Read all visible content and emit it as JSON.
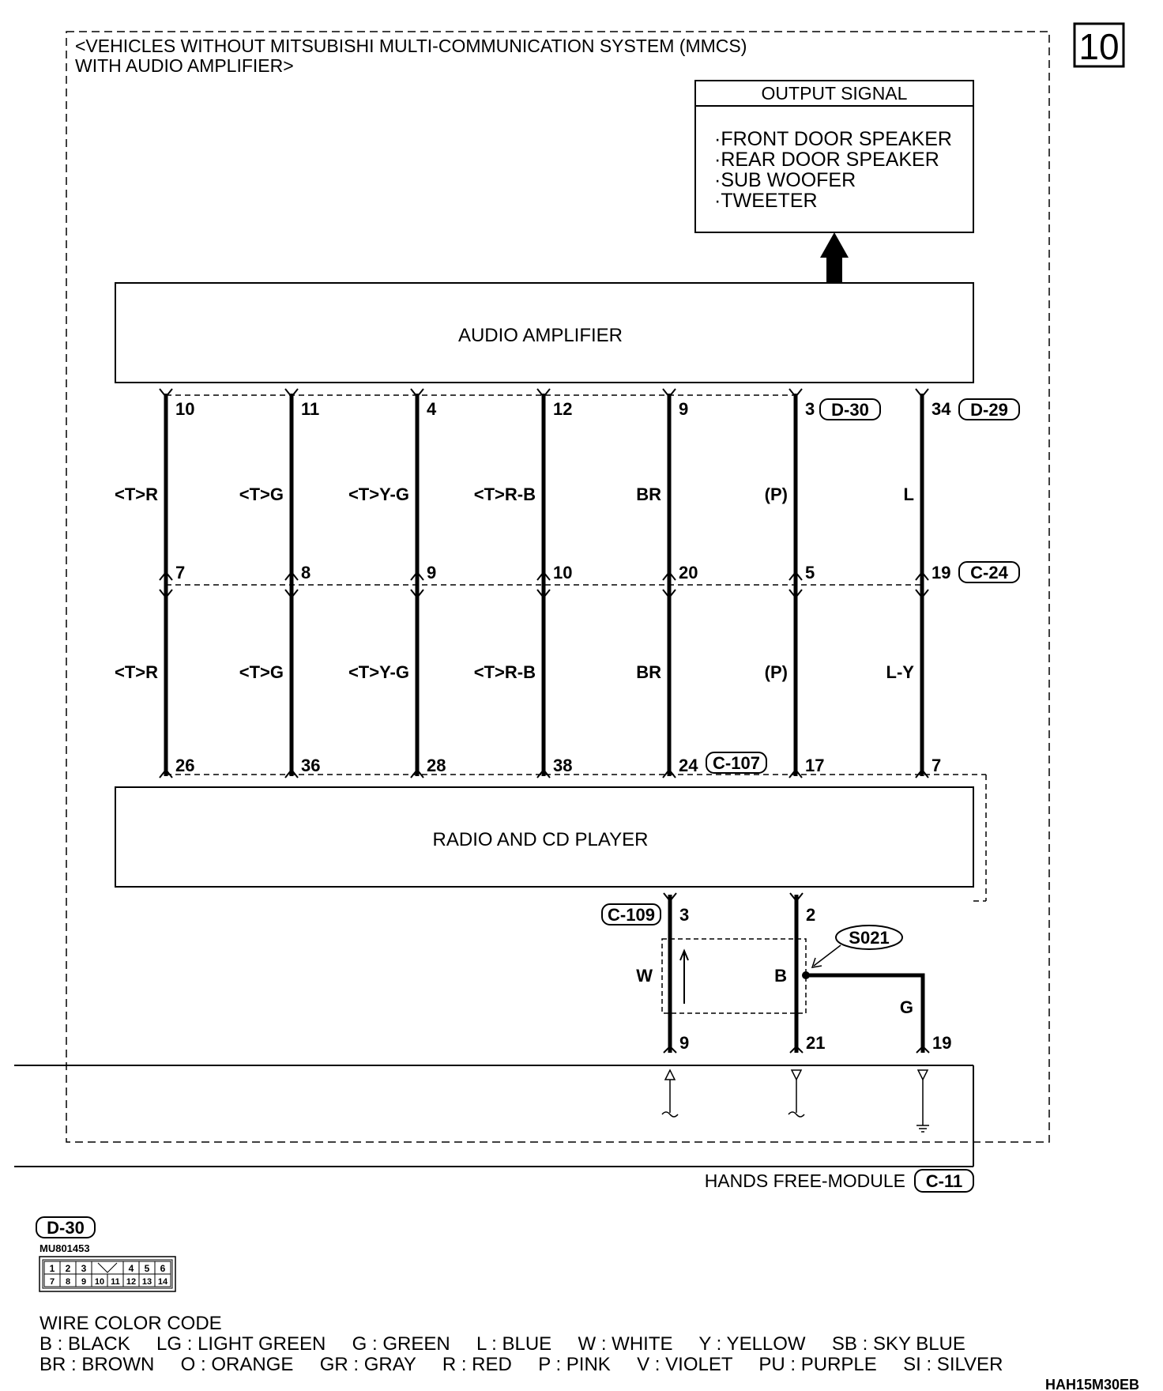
{
  "page_number": "10",
  "header": {
    "line1": "<VEHICLES WITHOUT MITSUBISHI MULTI-COMMUNICATION SYSTEM (MMCS)",
    "line2": "WITH AUDIO AMPLIFIER>"
  },
  "output_signal": {
    "title": "OUTPUT SIGNAL",
    "items": [
      "·FRONT DOOR SPEAKER",
      "·REAR DOOR SPEAKER",
      "·SUB WOOFER",
      "·TWEETER"
    ]
  },
  "audio_amplifier": {
    "label": "AUDIO AMPLIFIER"
  },
  "radio": {
    "label": "RADIO AND CD PLAYER"
  },
  "hands_free": {
    "label": "HANDS FREE-MODULE",
    "connector": "C-11"
  },
  "connectors": {
    "d30": "D-30",
    "d29": "D-29",
    "c24": "C-24",
    "c107": "C-107",
    "c109": "C-109"
  },
  "wires": [
    {
      "amp_pin": "10",
      "upper_color": "<T>R",
      "mid_pin": "7",
      "lower_color": "<T>R",
      "radio_pin": "26"
    },
    {
      "amp_pin": "11",
      "upper_color": "<T>G",
      "mid_pin": "8",
      "lower_color": "<T>G",
      "radio_pin": "36"
    },
    {
      "amp_pin": "4",
      "upper_color": "<T>Y-G",
      "mid_pin": "9",
      "lower_color": "<T>Y-G",
      "radio_pin": "28"
    },
    {
      "amp_pin": "12",
      "upper_color": "<T>R-B",
      "mid_pin": "10",
      "lower_color": "<T>R-B",
      "radio_pin": "38"
    },
    {
      "amp_pin": "9",
      "upper_color": "BR",
      "mid_pin": "20",
      "lower_color": "BR",
      "radio_pin": "24"
    },
    {
      "amp_pin": "3",
      "upper_color": "(P)",
      "mid_pin": "5",
      "lower_color": "(P)",
      "radio_pin": "17"
    },
    {
      "amp_pin": "34",
      "upper_color": "L",
      "mid_pin": "19",
      "lower_color": "L-Y",
      "radio_pin": "7"
    }
  ],
  "bottom_wires": {
    "w": {
      "radio_pin": "3",
      "color": "W",
      "hf_pin": "9"
    },
    "b": {
      "radio_pin": "2",
      "color": "B",
      "hf_pin": "21"
    },
    "g": {
      "color": "G",
      "hf_pin": "19"
    },
    "splice": "S021"
  },
  "connector_detail": {
    "name": "D-30",
    "part_number": "MU801453",
    "row1": [
      "1",
      "2",
      "3",
      "",
      "4",
      "5",
      "6"
    ],
    "row2": [
      "7",
      "8",
      "9",
      "10",
      "11",
      "12",
      "13",
      "14"
    ]
  },
  "wire_color_code": {
    "title": "WIRE COLOR CODE",
    "line1": "B : BLACK     LG : LIGHT GREEN     G : GREEN     L : BLUE     W : WHITE     Y : YELLOW     SB : SKY BLUE",
    "line2": "BR : BROWN     O : ORANGE     GR : GRAY     R : RED     P : PINK     V : VIOLET     PU : PURPLE     SI : SILVER"
  },
  "figure_id": "HAH15M30EB"
}
